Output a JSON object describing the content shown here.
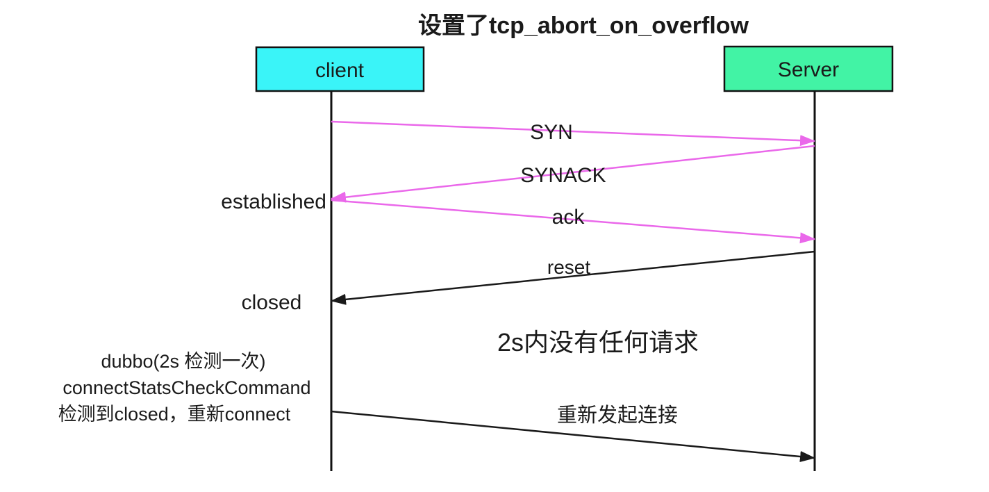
{
  "title": "设置了tcp_abort_on_overflow",
  "colors": {
    "client_fill": "#3AF4F8",
    "server_fill": "#42F3A5",
    "magenta": "#EA68EA",
    "purple": "#7849BA",
    "black": "#1A1A1A"
  },
  "actors": {
    "client": {
      "label": "client"
    },
    "server": {
      "label": "Server"
    }
  },
  "messages": {
    "syn": "SYN",
    "synack": "SYNACK",
    "ack": "ack",
    "reset": "reset",
    "reconnect": "重新发起连接"
  },
  "states": {
    "established": "established",
    "closed": "closed"
  },
  "notes": {
    "no_request": "2s内没有任何请求",
    "dubbo_line1": "dubbo(2s 检测一次)",
    "dubbo_line2": "connectStatsCheckCommand",
    "dubbo_line3": "检测到closed，重新connect"
  }
}
